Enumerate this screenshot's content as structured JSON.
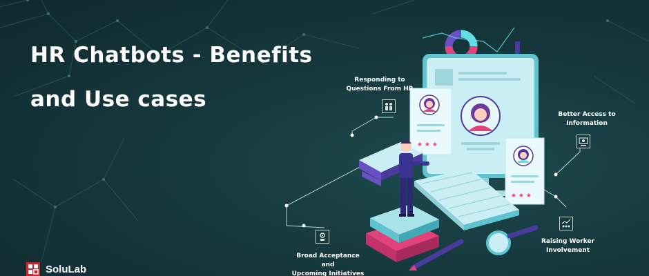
{
  "title_lines": [
    "HR Chatbots - Benefits",
    "and Use cases"
  ],
  "labels": {
    "responding": [
      "Responding to",
      "Questions From HR"
    ],
    "better_access": [
      "Better Access to",
      "Information"
    ],
    "broad_acceptance": [
      "Broad Acceptance and",
      "Upcoming Initiatives"
    ],
    "raising_worker": [
      "Raising Worker",
      "Involvement"
    ]
  },
  "brand": "SoluLab",
  "colors": {
    "background": "#163a3f",
    "monitor": "#bfe8ef",
    "accent_pink": "#e2427a",
    "accent_purple": "#4a3a9c",
    "accent_cyan": "#5fe0e8"
  },
  "icons": [
    "team-icon",
    "gear-icon",
    "cog-screen-icon",
    "growth-people-icon"
  ]
}
